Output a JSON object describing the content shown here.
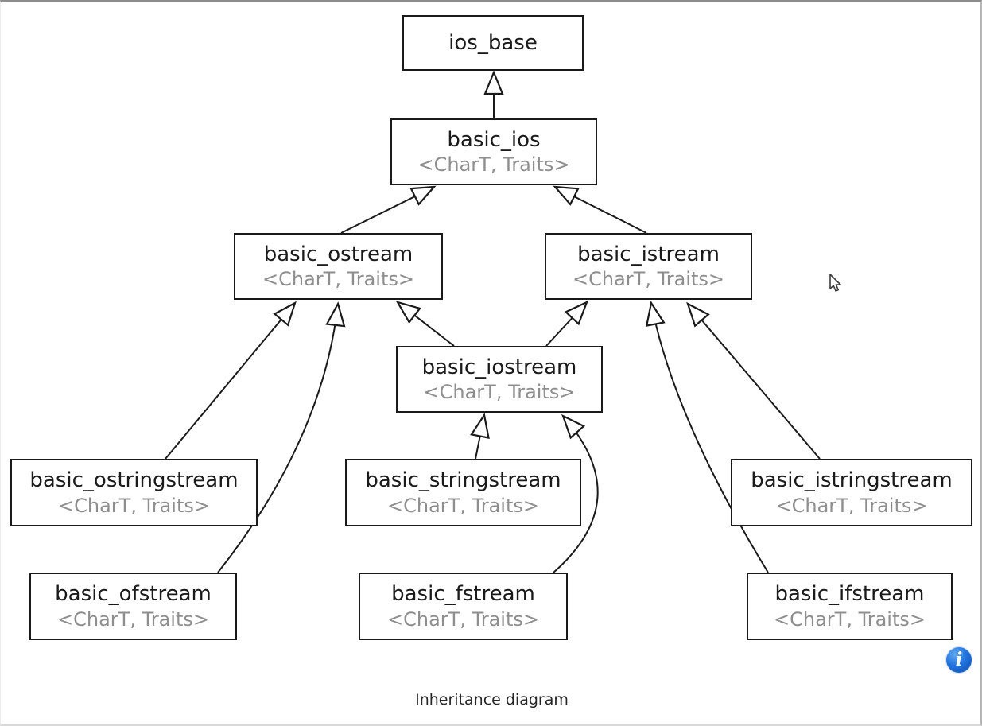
{
  "diagram": {
    "caption": "Inheritance diagram",
    "nodes": [
      {
        "id": "ios_base",
        "title": "ios_base",
        "subtitle": ""
      },
      {
        "id": "basic_ios",
        "title": "basic_ios",
        "subtitle": "<CharT, Traits>"
      },
      {
        "id": "basic_ostream",
        "title": "basic_ostream",
        "subtitle": "<CharT, Traits>"
      },
      {
        "id": "basic_istream",
        "title": "basic_istream",
        "subtitle": "<CharT, Traits>"
      },
      {
        "id": "basic_iostream",
        "title": "basic_iostream",
        "subtitle": "<CharT, Traits>"
      },
      {
        "id": "basic_ostringstream",
        "title": "basic_ostringstream",
        "subtitle": "<CharT, Traits>"
      },
      {
        "id": "basic_stringstream",
        "title": "basic_stringstream",
        "subtitle": "<CharT, Traits>"
      },
      {
        "id": "basic_istringstream",
        "title": "basic_istringstream",
        "subtitle": "<CharT, Traits>"
      },
      {
        "id": "basic_ofstream",
        "title": "basic_ofstream",
        "subtitle": "<CharT, Traits>"
      },
      {
        "id": "basic_fstream",
        "title": "basic_fstream",
        "subtitle": "<CharT, Traits>"
      },
      {
        "id": "basic_ifstream",
        "title": "basic_ifstream",
        "subtitle": "<CharT, Traits>"
      }
    ],
    "edges": [
      {
        "from": "basic_ios",
        "to": "ios_base"
      },
      {
        "from": "basic_ostream",
        "to": "basic_ios"
      },
      {
        "from": "basic_istream",
        "to": "basic_ios"
      },
      {
        "from": "basic_iostream",
        "to": "basic_ostream"
      },
      {
        "from": "basic_iostream",
        "to": "basic_istream"
      },
      {
        "from": "basic_ostringstream",
        "to": "basic_ostream"
      },
      {
        "from": "basic_ofstream",
        "to": "basic_ostream"
      },
      {
        "from": "basic_stringstream",
        "to": "basic_iostream"
      },
      {
        "from": "basic_fstream",
        "to": "basic_iostream"
      },
      {
        "from": "basic_istringstream",
        "to": "basic_istream"
      },
      {
        "from": "basic_ifstream",
        "to": "basic_istream"
      }
    ],
    "colors": {
      "box_border": "#1a1a1a",
      "title_text": "#1a1a1a",
      "subtitle_text": "#8e8e8e",
      "edge_line": "#1a1a1a",
      "info_icon_blue": "#1a6bd4"
    }
  },
  "icons": {
    "info": {
      "name": "info-icon",
      "glyph": "i"
    }
  }
}
